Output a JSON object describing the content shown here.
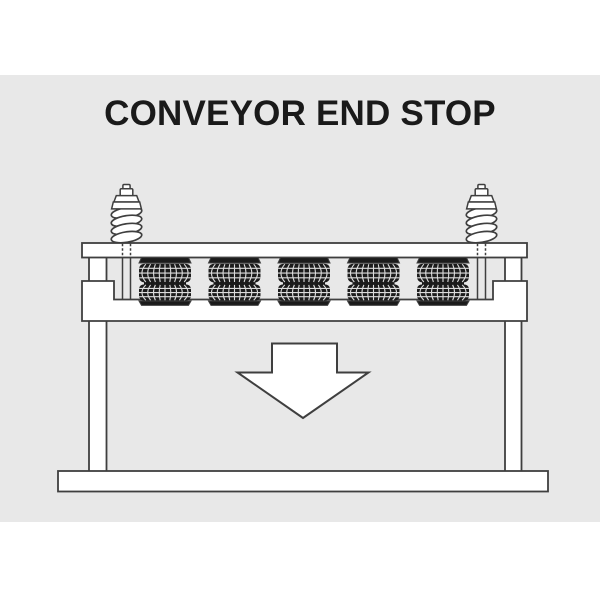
{
  "title": {
    "text": "CONVEYOR END STOP"
  },
  "colors": {
    "page_background": "#ffffff",
    "panel_background": "#e8e8e8",
    "line": "#3f3f3f",
    "fill": "#ffffff",
    "bellows_fill": "#1b1b1b",
    "bellows_grid": "#dcdcdc",
    "title_text": "#1a1a1a"
  },
  "diagram": {
    "name": "conveyor-end-stop",
    "description": "Side-view technical line drawing of a conveyor end stop: a top bumper beam retained by two coil springs on threaded rods, cushioned by five double-convoluted air bellows sitting in a tray with raised end blocks, carried on two legs over a base plate; a large arrow points downward indicating impact direction.",
    "bellows": {
      "count": 5,
      "centers_x": [
        165,
        234.5,
        304,
        373.5,
        443
      ]
    },
    "springs": {
      "count": 2,
      "centers_x": [
        126.5,
        481.5
      ]
    },
    "arrow": {
      "direction": "down"
    }
  }
}
